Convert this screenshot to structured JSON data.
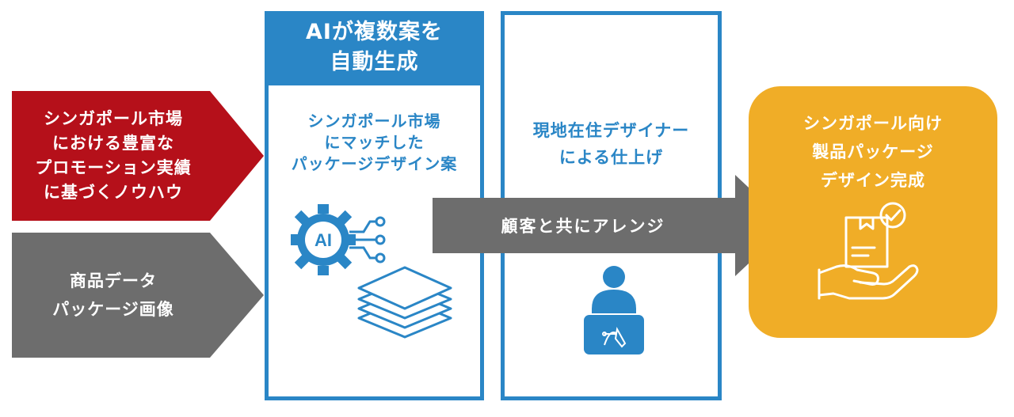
{
  "inputs": {
    "promo": {
      "label": "シンガポール市場\nにおける豊富な\nプロモーション実績\nに基づくノウハウ",
      "color": "#b5101a"
    },
    "product": {
      "label": "商品データ\nパッケージ画像",
      "color": "#6d6d6d"
    }
  },
  "ai_column": {
    "header": "AIが複数案を\n自動生成",
    "body": "シンガポール市場\nにマッチした\nパッケージデザイン案",
    "icons": [
      "ai-gear-icon",
      "layers-icon"
    ]
  },
  "designer_column": {
    "body": "現地在住デザイナー\nによる仕上げ",
    "icons": [
      "designer-laptop-icon"
    ]
  },
  "arrow": {
    "label": "顧客と共にアレンジ",
    "color": "#6d6d6d"
  },
  "result": {
    "label": "シンガポール向け\n製品パッケージ\nデザイン完成",
    "icons": [
      "hand-box-check-icon"
    ],
    "color": "#f0ad27"
  },
  "colors": {
    "accent_blue": "#2a86c6"
  }
}
